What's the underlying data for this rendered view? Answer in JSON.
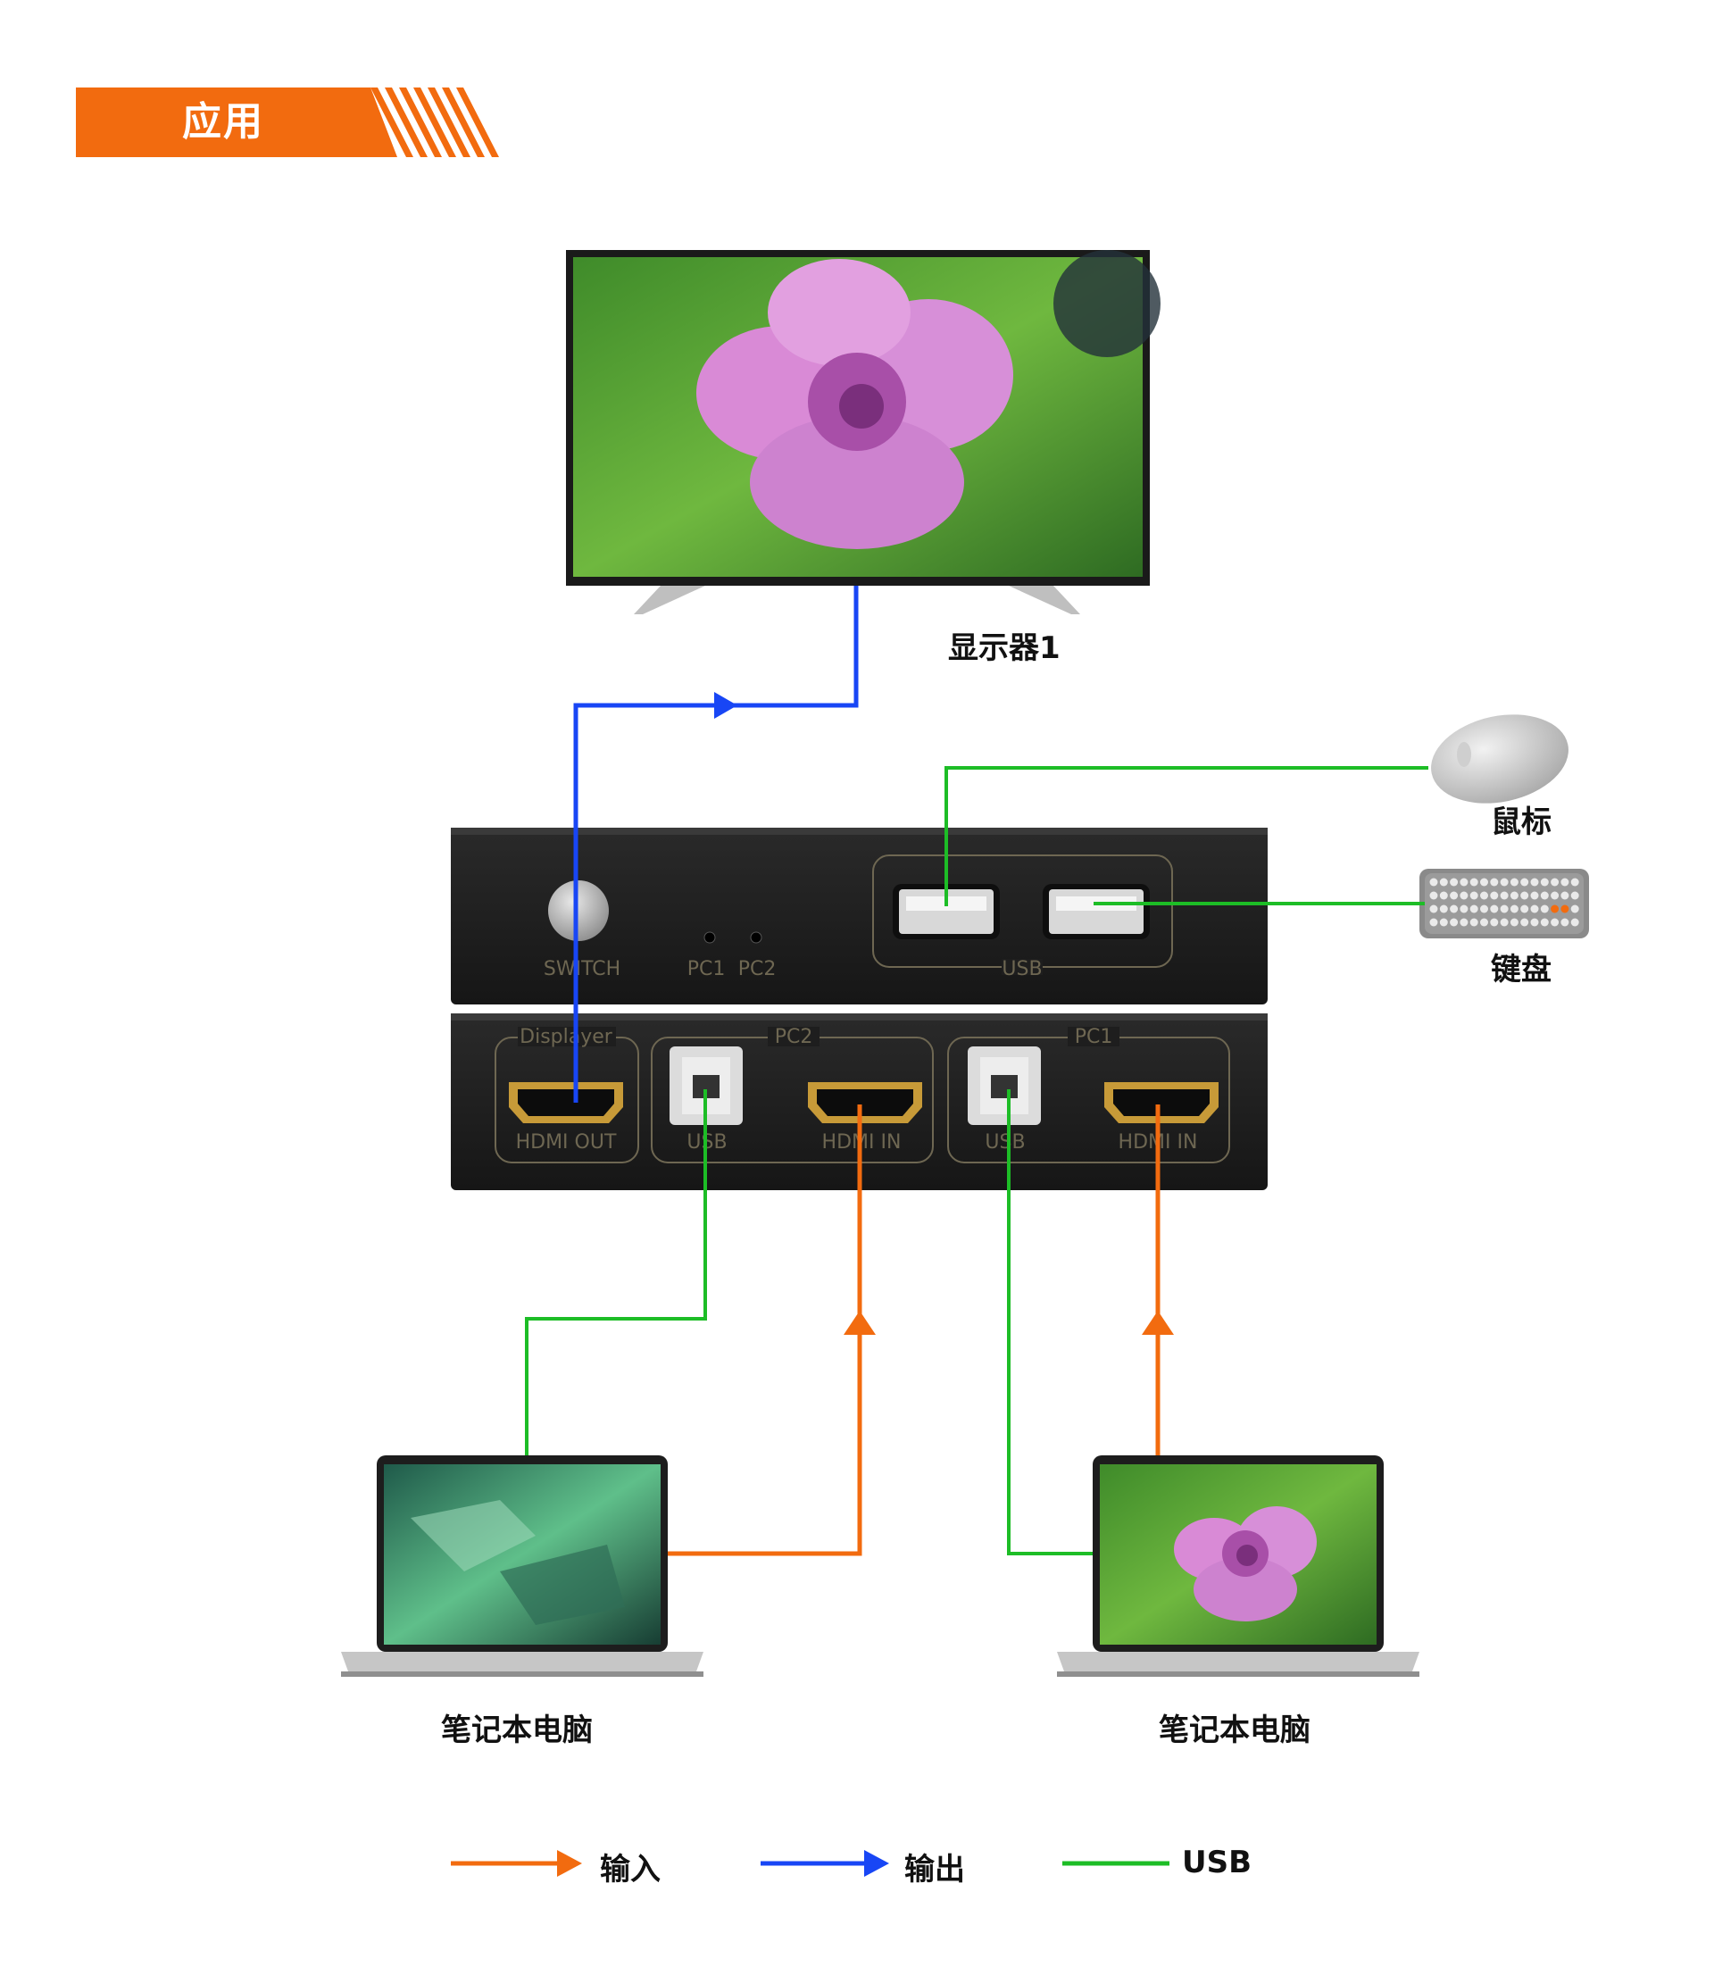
{
  "header": {
    "title": "应用"
  },
  "colors": {
    "accent": "#f26b0f",
    "input": "#f26b0f",
    "output": "#1846f5",
    "usb": "#1dbd26"
  },
  "devices": {
    "monitor_label": "显示器1",
    "mouse_label": "鼠标",
    "keyboard_label": "键盘",
    "laptop_left_label": "笔记本电脑",
    "laptop_right_label": "笔记本电脑"
  },
  "switch_box": {
    "front": {
      "switch_label": "SWITCH",
      "led1": "PC1",
      "led2": "PC2",
      "usb_label": "USB"
    },
    "back": {
      "displayer_label": "Displayer",
      "hdmi_out": "HDMI OUT",
      "pc2_label": "PC2",
      "pc1_label": "PC1",
      "usb_label": "USB",
      "hdmi_in": "HDMI IN"
    }
  },
  "legend": [
    {
      "label": "输入",
      "color": "#f26b0f",
      "arrow": true
    },
    {
      "label": "输出",
      "color": "#1846f5",
      "arrow": true
    },
    {
      "label": "USB",
      "color": "#1dbd26",
      "arrow": false
    }
  ]
}
